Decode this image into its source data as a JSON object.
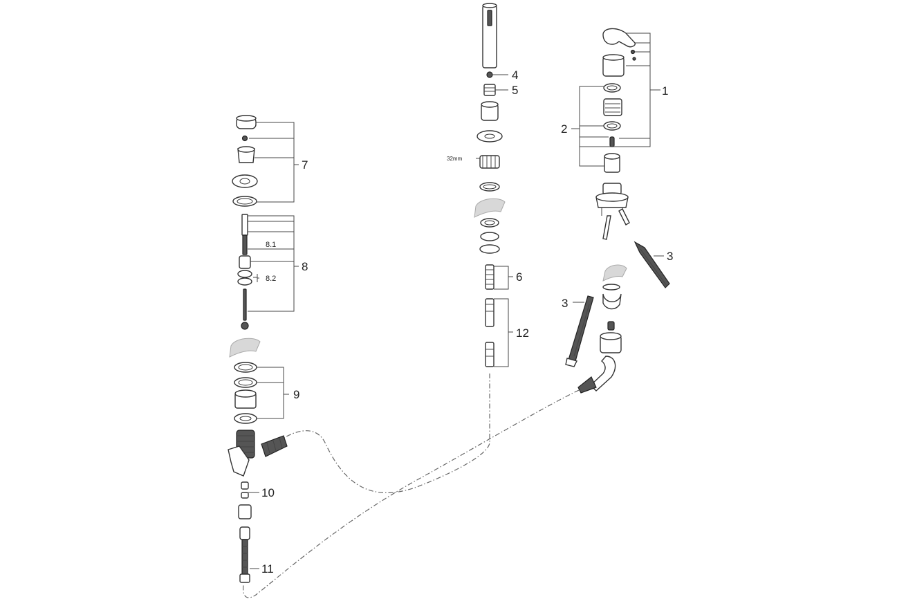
{
  "labels": {
    "l1": "1",
    "l2": "2",
    "l3a": "3",
    "l3b": "3",
    "l4": "4",
    "l5": "5",
    "l6": "6",
    "l7": "7",
    "l8": "8",
    "l8_1": "8.1",
    "l8_2": "8.2",
    "l9": "9",
    "l10": "10",
    "l11": "11",
    "l12": "12",
    "size_32mm": "32mm"
  },
  "icons": [
    "grease-icon",
    "grease-icon",
    "grease-icon"
  ]
}
